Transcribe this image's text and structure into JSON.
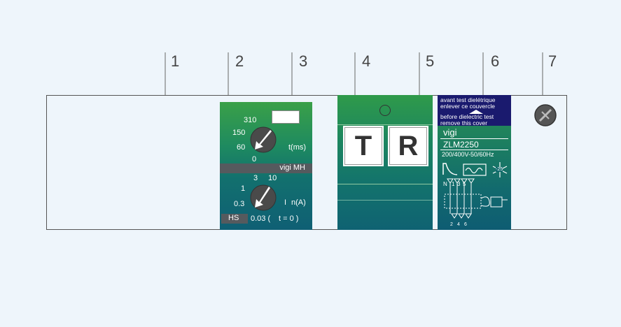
{
  "callouts": [
    "1",
    "2",
    "3",
    "4",
    "5",
    "6",
    "7"
  ],
  "time_dial": {
    "values": [
      "310",
      "150",
      "60",
      "0"
    ],
    "unit": "t(ms)"
  },
  "model_label": "vigi MH",
  "current_dial": {
    "values": [
      "3",
      "10",
      "1",
      "0.3"
    ],
    "unit_i": "I",
    "unit": "n(A)"
  },
  "hs_label": "HS",
  "hs_value": "0.03 (",
  "hs_time": "t = 0 )",
  "buttons": {
    "test": "T",
    "reset": "R"
  },
  "warning": {
    "fr_line1": "avant test dielétrique",
    "fr_line2": "enlever ce couvercle",
    "en_line1": "before dielectric test",
    "en_line2": "remove this cover"
  },
  "vigi": {
    "brand": "vigi",
    "model": "ZLM2250",
    "rating": "200/400V-50/60Hz",
    "temp": "-25",
    "terminals_top": [
      "N",
      "1",
      "3",
      "5"
    ],
    "terminals_bottom": [
      "2",
      "4",
      "6"
    ]
  },
  "colors": {
    "green_top": "#3aa048",
    "teal_bottom": "#0f5f74",
    "dark_blue": "#1a1a6e"
  }
}
